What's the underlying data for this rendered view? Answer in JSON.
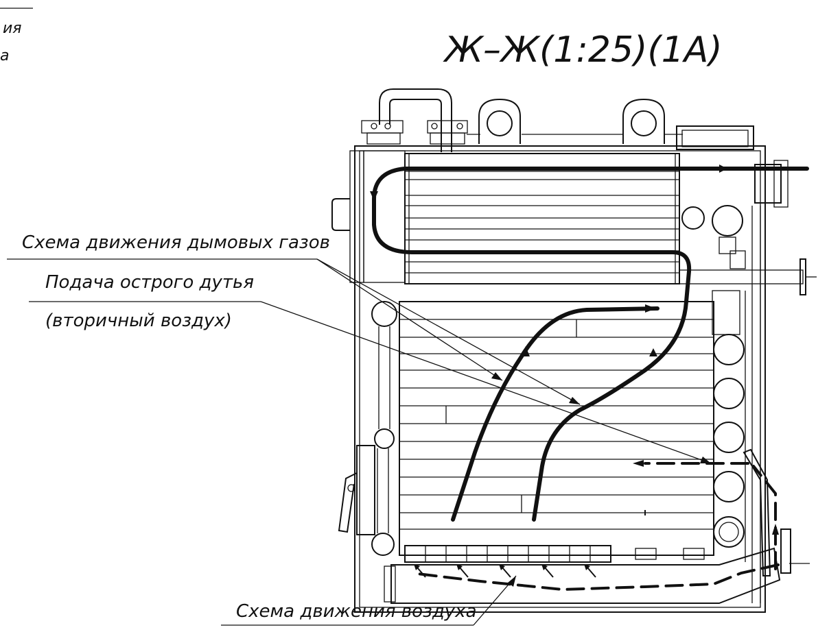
{
  "title": "Ж–Ж(1:25)(1А)",
  "corner_note": {
    "line1": "ия",
    "line2": "а"
  },
  "callouts": {
    "flue_gas": "Схема движения дымовых газов",
    "secondary_air_1": "Подача острого дутья",
    "secondary_air_2": "(вторичный воздух)",
    "air_flow": "Схема движения воздуха"
  }
}
